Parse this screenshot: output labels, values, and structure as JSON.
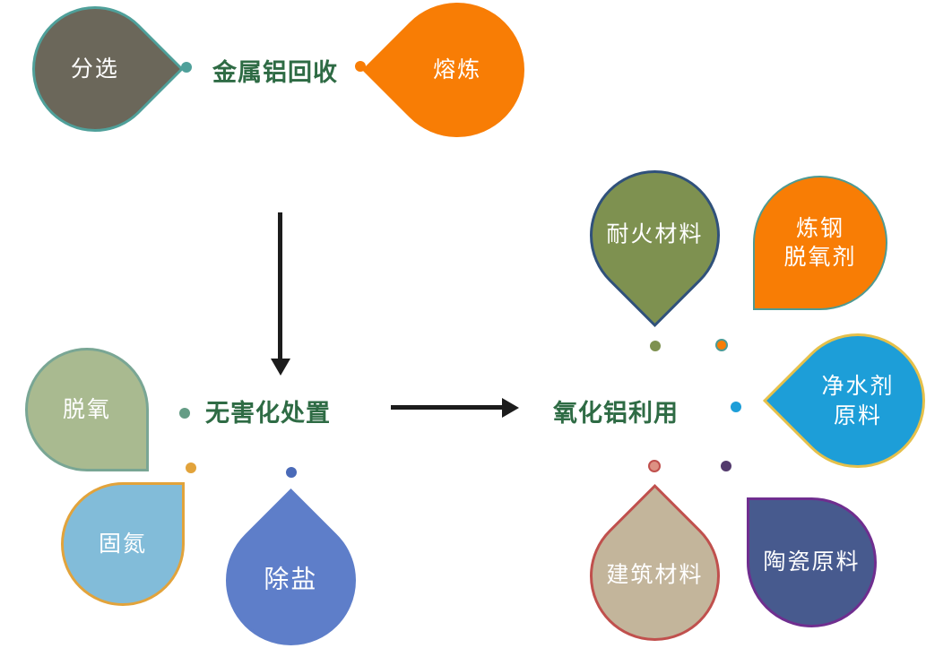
{
  "diagram": {
    "background": "#ffffff",
    "headings": {
      "recovery": "金属铝回收",
      "disposal": "无害化处置",
      "alumina": "氧化铝利用",
      "color": "#2e6b44"
    },
    "arrows": {
      "color": "#1c1c1c"
    },
    "nodes": {
      "fenxuan": {
        "label": "分选",
        "fill": "#6b675a",
        "border": "#4fa09a"
      },
      "ronglian": {
        "label": "熔炼",
        "fill": "#f87d05",
        "border": "#f87d05"
      },
      "tuoyang": {
        "label": "脱氧",
        "fill": "#a9ba90",
        "border": "#79a694"
      },
      "gudan": {
        "label": "固氮",
        "fill": "#82bcd9",
        "border": "#e2a33b"
      },
      "chuyan": {
        "label": "除盐",
        "fill": "#5e7ec9",
        "border": "#5e7ec9"
      },
      "naihuo": {
        "label": "耐火材料",
        "fill": "#7e9150",
        "border": "#30517b"
      },
      "liangang": {
        "label": "炼钢\n脱氧剂",
        "fill": "#f87d05",
        "border": "#4e9a93"
      },
      "jingshui": {
        "label": "净水剂\n原料",
        "fill": "#1d9ed8",
        "border": "#e5c04a"
      },
      "jianzhu": {
        "label": "建筑材料",
        "fill": "#c3b59b",
        "border": "#c0504d"
      },
      "taoci": {
        "label": "陶瓷原料",
        "fill": "#475a8e",
        "border": "#6f2e8f"
      }
    },
    "dots": {
      "teal": {
        "fill": "#4fa09a"
      },
      "orange_top": {
        "fill": "#f87d05"
      },
      "green": {
        "fill": "#649c85"
      },
      "yellow": {
        "fill": "#e2a33b"
      },
      "blue": {
        "fill": "#4a6ab8"
      },
      "olive": {
        "fill": "#7e9150"
      },
      "orange_ring": {
        "fill": "#f87d05",
        "ring": "#4e9a93"
      },
      "cyan": {
        "fill": "#1d9ed8"
      },
      "salmon": {
        "fill": "#dd9183",
        "ring": "#c0504d"
      },
      "purple": {
        "fill": "#533a6d"
      }
    }
  }
}
